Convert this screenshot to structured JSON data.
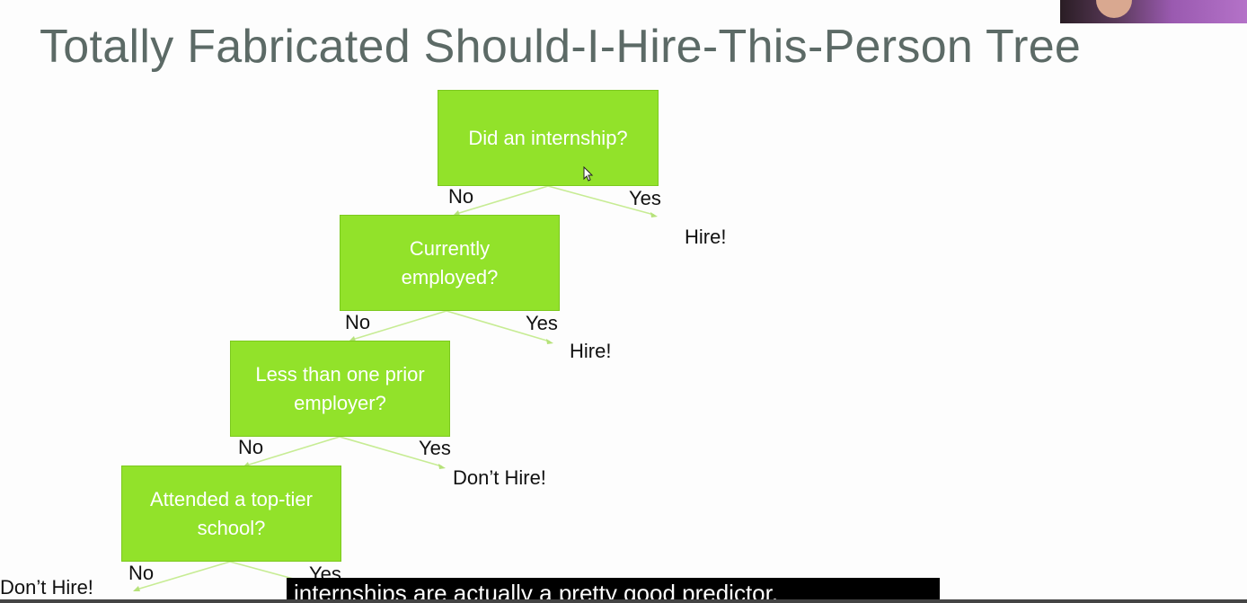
{
  "title": "Totally Fabricated Should-I-Hire-This-Person Tree",
  "nodes": [
    {
      "id": "n1",
      "label": "Did an internship?"
    },
    {
      "id": "n2",
      "label": "Currently\nemployed?"
    },
    {
      "id": "n3",
      "label": "Less than one prior\nemployer?"
    },
    {
      "id": "n4",
      "label": "Attended a top-tier\nschool?"
    }
  ],
  "edge_labels": {
    "no": "No",
    "yes": "Yes"
  },
  "leaves": {
    "n1_yes": "Hire!",
    "n2_yes": "Hire!",
    "n3_yes": "Don’t Hire!",
    "n4_no": "Don’t Hire!"
  },
  "caption": "internships are actually a pretty good predictor.",
  "colors": {
    "node_fill": "#92e22a",
    "edge": "#c7ec94",
    "title": "#5c6a66"
  },
  "icons": [
    "mouse-cursor-icon"
  ]
}
